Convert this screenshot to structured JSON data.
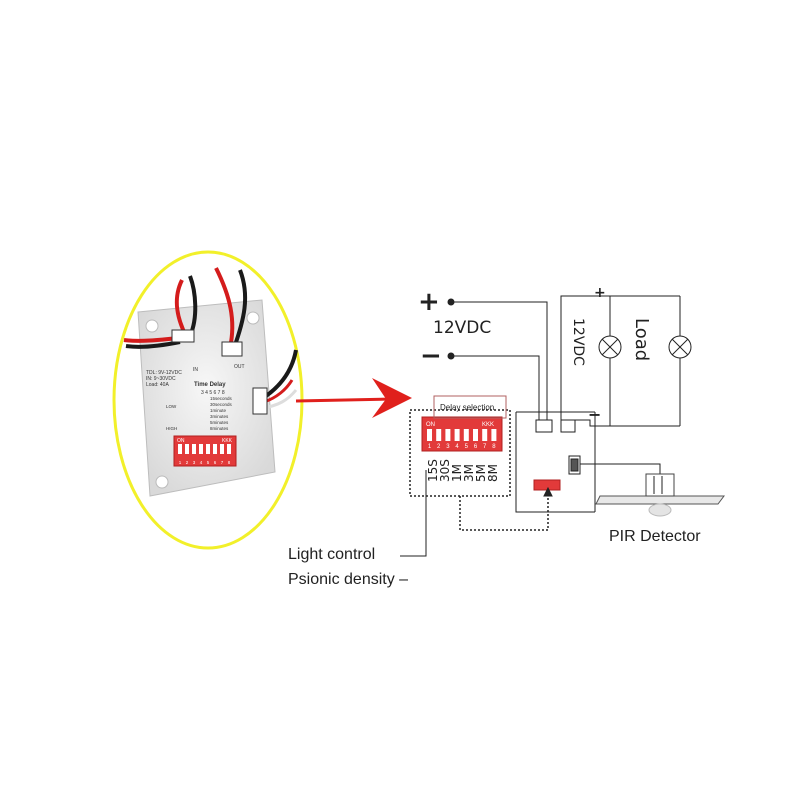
{
  "module_photo": {
    "board_lines": [
      "TDL: 9V-12VDC",
      "IN: 9~30VDC",
      "Load: 40A"
    ],
    "connector_in": "IN",
    "connector_out": "OUT",
    "time_delay_title": "Time Delay",
    "time_delay_options": [
      "15seconds",
      "30seconds",
      "1minute",
      "3minutes",
      "5minutes",
      "8minutes"
    ],
    "switch_numbers": "3 4 5 6 7 8",
    "light_labels": [
      "LOW",
      "HIGH"
    ],
    "dip_on": "ON",
    "dip_brand": "KKK",
    "dip_numbers": [
      "1",
      "2",
      "3",
      "4",
      "5",
      "6",
      "7",
      "8"
    ]
  },
  "schematic": {
    "plus": "+",
    "minus": "−",
    "supply_label": "12VDC",
    "vertical_12v": "12VDC",
    "load_plus": "+",
    "load_minus": "−",
    "load_label": "Load",
    "delay_selection": "Delay selection",
    "dip_on": "ON",
    "dip_brand": "KKK",
    "dip_numbers": [
      "1",
      "2",
      "3",
      "4",
      "5",
      "6",
      "7",
      "8"
    ],
    "delay_values": [
      "15S",
      "30S",
      "1M",
      "3M",
      "5M",
      "8M"
    ],
    "pir_label": "PIR Detector",
    "light_control": "Light control",
    "psionic_density": "Psionic density –"
  },
  "colors": {
    "ellipse": "#f2f02a",
    "arrow": "#e0201c",
    "dip_red": "#e23a3a",
    "wire_red": "#d41c1c",
    "wire_black": "#1a1a1a"
  }
}
